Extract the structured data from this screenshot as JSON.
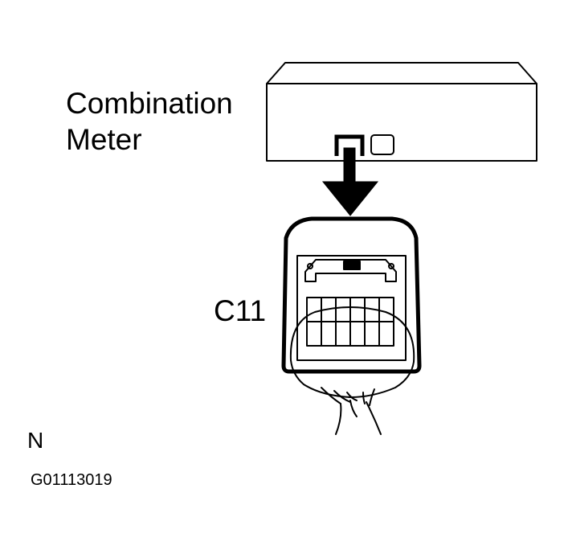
{
  "diagram": {
    "component_label": [
      "Combination",
      "Meter"
    ],
    "connector_label": "C11",
    "orientation_mark": "N",
    "figure_code": "G01113019"
  }
}
